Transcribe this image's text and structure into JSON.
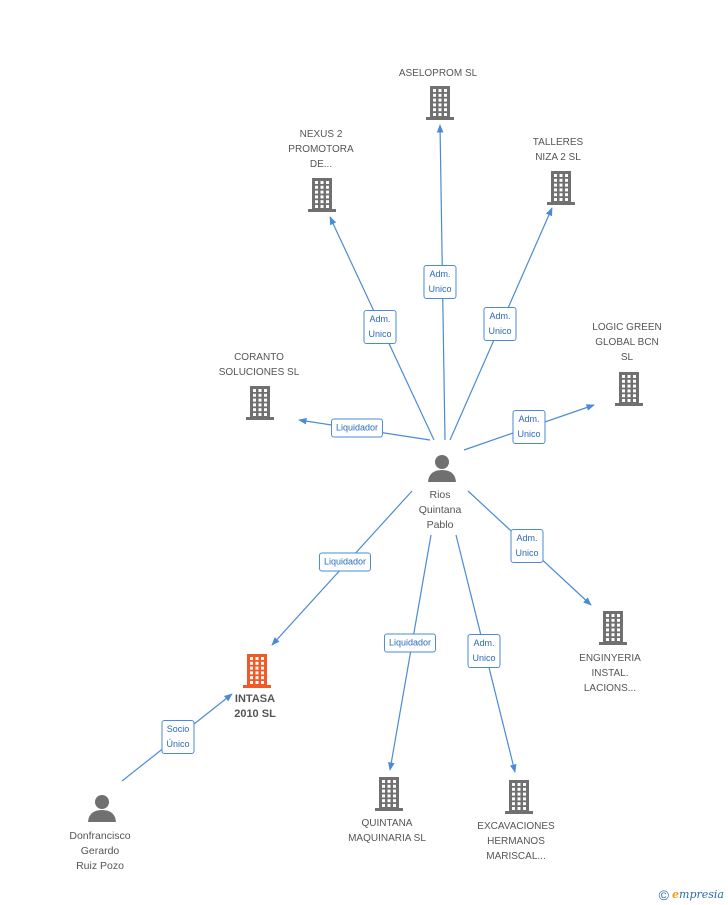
{
  "colors": {
    "edge": "#4a8bd6",
    "building": "#707070",
    "building_focus": "#f05a28",
    "person": "#707070"
  },
  "nodes": [
    {
      "id": "aseloprom",
      "type": "company",
      "label": "ASELOPROM SL"
    },
    {
      "id": "nexus",
      "type": "company",
      "label": "NEXUS 2\nPROMOTORA\nDE..."
    },
    {
      "id": "talleres",
      "type": "company",
      "label": "TALLERES\nNIZA 2 SL"
    },
    {
      "id": "logic",
      "type": "company",
      "label": "LOGIC GREEN\nGLOBAL BCN\nSL"
    },
    {
      "id": "coranto",
      "type": "company",
      "label": "CORANTO\nSOLUCIONES SL"
    },
    {
      "id": "rios",
      "type": "person",
      "label": "Rios\nQuintana\nPablo"
    },
    {
      "id": "intasa",
      "type": "company",
      "focus": true,
      "label": "INTASA\n2010 SL"
    },
    {
      "id": "enginyeria",
      "type": "company",
      "label": "ENGINYERIA\nINSTAL.\nLACIONS..."
    },
    {
      "id": "quintana",
      "type": "company",
      "label": "QUINTANA\nMAQUINARIA SL"
    },
    {
      "id": "excavaciones",
      "type": "company",
      "label": "EXCAVACIONES\nHERMANOS\nMARISCAL..."
    },
    {
      "id": "donfrancisco",
      "type": "person",
      "label": "Donfrancisco\nGerardo\nRuiz Pozo"
    }
  ],
  "edges": [
    {
      "from": "rios",
      "to": "aseloprom",
      "label": "Adm.\nUnico"
    },
    {
      "from": "rios",
      "to": "nexus",
      "label": "Adm.\nUnico"
    },
    {
      "from": "rios",
      "to": "talleres",
      "label": "Adm.\nUnico"
    },
    {
      "from": "rios",
      "to": "logic",
      "label": "Adm.\nUnico"
    },
    {
      "from": "rios",
      "to": "coranto",
      "label": "Liquidador"
    },
    {
      "from": "rios",
      "to": "intasa",
      "label": "Liquidador"
    },
    {
      "from": "rios",
      "to": "enginyeria",
      "label": "Adm.\nUnico"
    },
    {
      "from": "rios",
      "to": "quintana",
      "label": "Liquidador"
    },
    {
      "from": "rios",
      "to": "excavaciones",
      "label": "Adm.\nUnico"
    },
    {
      "from": "donfrancisco",
      "to": "intasa",
      "label": "Socio\nÚnico"
    }
  ],
  "footer": {
    "copyright": "©",
    "brand_e": "e",
    "brand_rest": "mpresia"
  }
}
